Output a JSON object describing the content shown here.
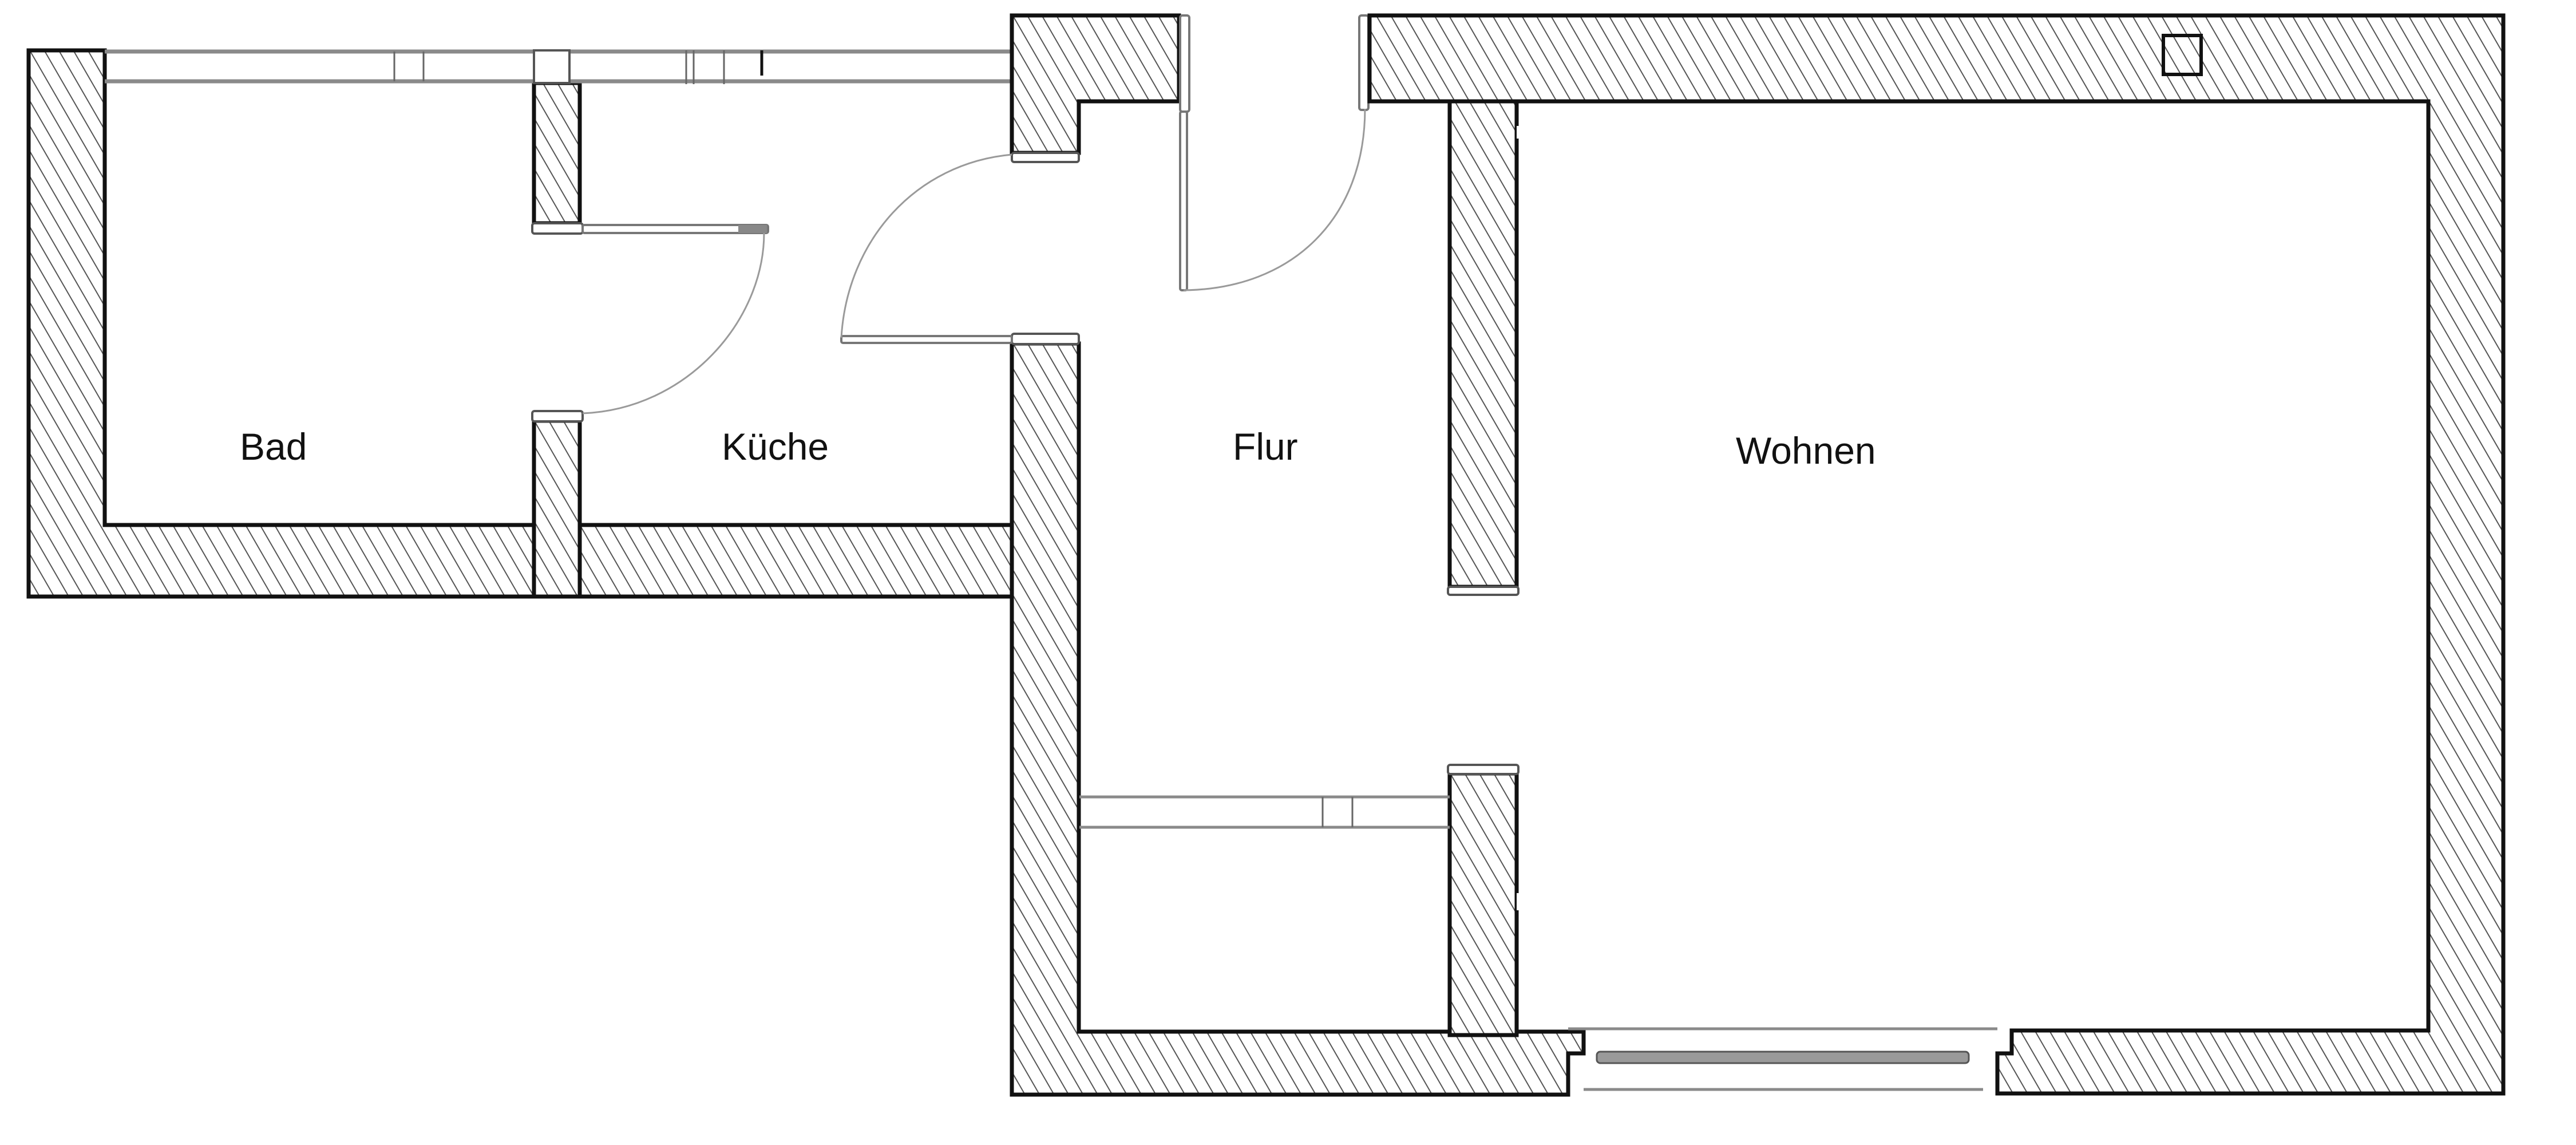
{
  "plan": {
    "type": "floor plan",
    "rooms": [
      {
        "id": "bad",
        "label": "Bad"
      },
      {
        "id": "kueche",
        "label": "Küche"
      },
      {
        "id": "flur",
        "label": "Flur"
      },
      {
        "id": "wohnen",
        "label": "Wohnen"
      }
    ],
    "colors": {
      "wall_outline": "#111111",
      "hatch": "#555555",
      "background": "#ffffff"
    }
  }
}
